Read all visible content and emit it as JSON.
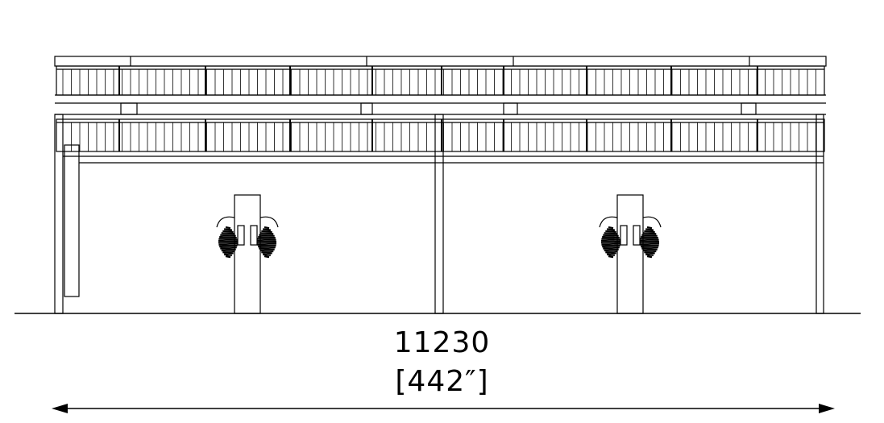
{
  "dimension": {
    "metric": "11230",
    "imperial": "[442″]"
  },
  "colors": {
    "line": "#000000",
    "background": "#ffffff"
  },
  "structure": {
    "bays": 2,
    "chargers": 2
  }
}
